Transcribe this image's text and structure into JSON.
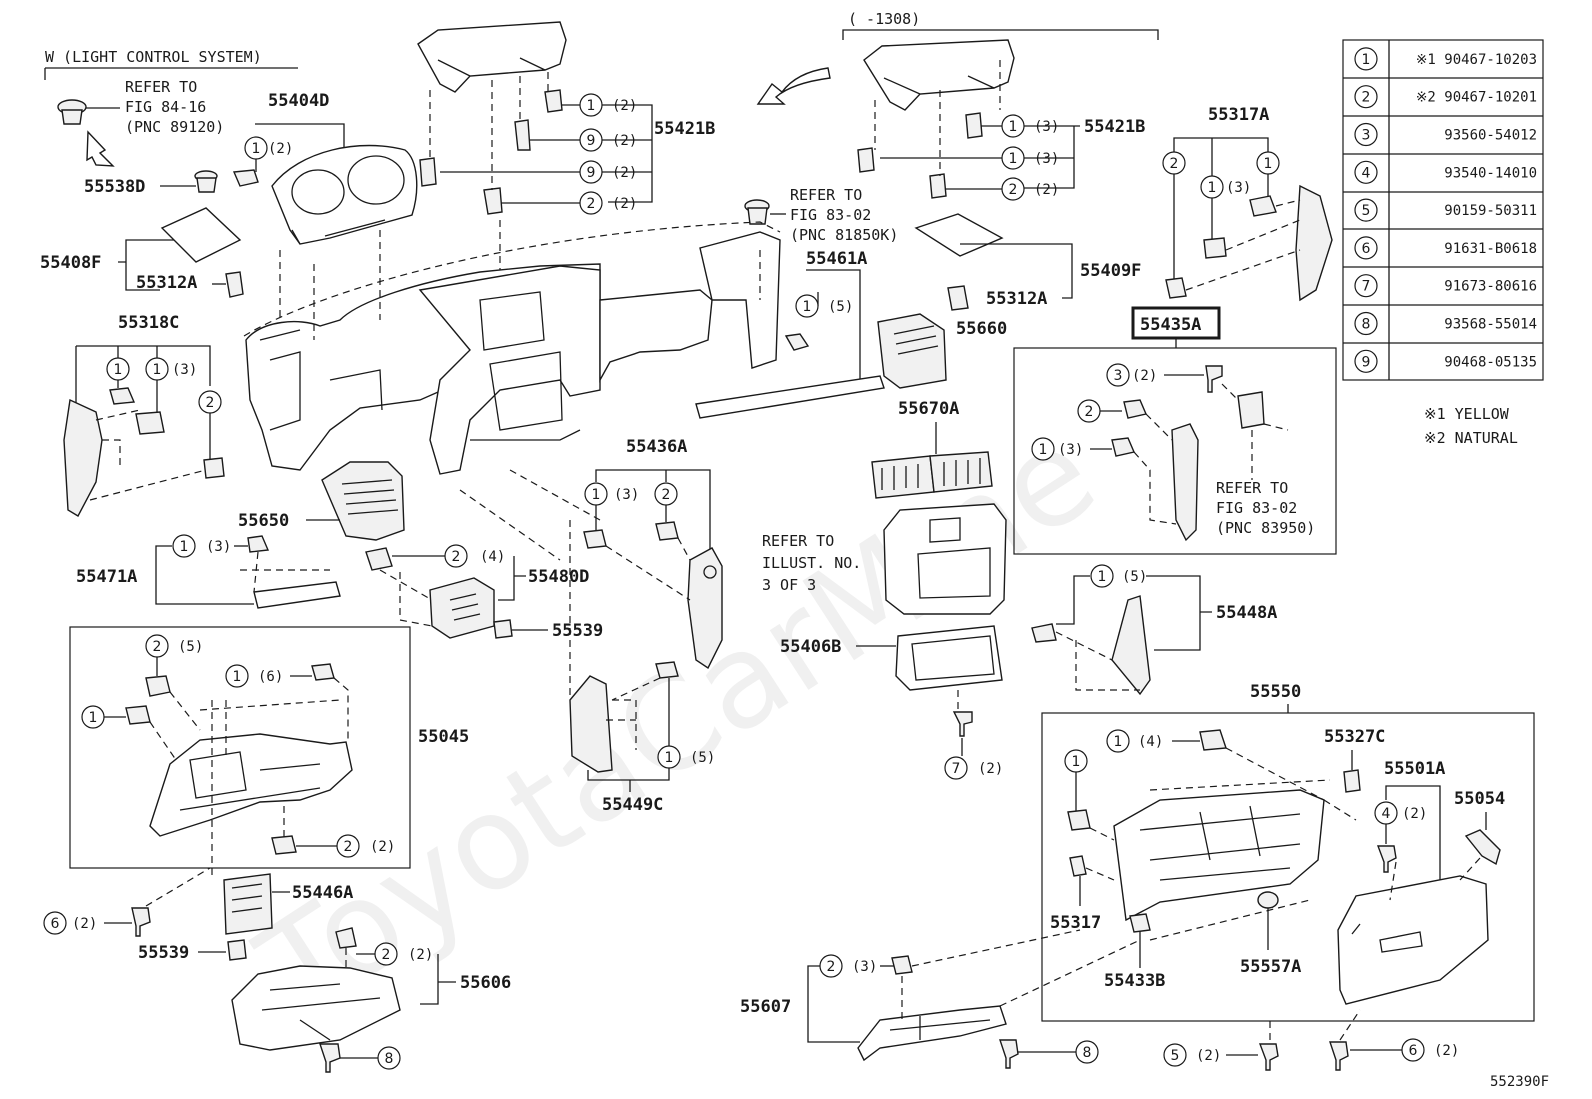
{
  "header": {
    "variant_note": "W (LIGHT CONTROL SYSTEM)",
    "range_note": "(      -1308)",
    "illustration_code": "552390F"
  },
  "watermark": "ToyotaCarMine",
  "references": {
    "light_control": [
      "REFER TO",
      "FIG 84-16",
      "(PNC 89120)"
    ],
    "fig_83_02_top": [
      "REFER TO",
      "FIG 83-02",
      "(PNC 81850K)"
    ],
    "illust_3of3": [
      "REFER TO",
      "ILLUST. NO.",
      "3 OF 3"
    ],
    "fig_83_02_box": [
      "REFER TO",
      "FIG 83-02",
      "(PNC 83950)"
    ]
  },
  "part_labels": {
    "p55404D": "55404D",
    "p55421B_left": "55421B",
    "p55421B_right": "55421B",
    "p55538D": "55538D",
    "p55408F": "55408F",
    "p55312A_left": "55312A",
    "p55312A_right": "55312A",
    "p55409F": "55409F",
    "p55461A": "55461A",
    "p55660": "55660",
    "p55317A": "55317A",
    "p55435A": "55435A",
    "p55318C": "55318C",
    "p55650": "55650",
    "p55670A": "55670A",
    "p55436A": "55436A",
    "p55471A": "55471A",
    "p55480D": "55480D",
    "p55539_mid": "55539",
    "p55406B": "55406B",
    "p55448A": "55448A",
    "p55045": "55045",
    "p55449C": "55449C",
    "p55550": "55550",
    "p55327C": "55327C",
    "p55501A": "55501A",
    "p55054": "55054",
    "p55446A": "55446A",
    "p55539_low": "55539",
    "p55606": "55606",
    "p55317": "55317",
    "p55433B": "55433B",
    "p55557A": "55557A",
    "p55607": "55607"
  },
  "callouts": {
    "c1": "1",
    "c2": "2",
    "c3": "3",
    "c4": "4",
    "c5": "5",
    "c6": "6",
    "c7": "7",
    "c8": "8",
    "c9": "9"
  },
  "quantities": {
    "q2": "(2)",
    "q3": "(3)",
    "q4": "(4)",
    "q5": "(5)",
    "q6": "(6)"
  },
  "bolt_table": {
    "rows": [
      {
        "no": "1",
        "part": "※1 90467-10203"
      },
      {
        "no": "2",
        "part": "※2 90467-10201"
      },
      {
        "no": "3",
        "part": "93560-54012"
      },
      {
        "no": "4",
        "part": "93540-14010"
      },
      {
        "no": "5",
        "part": "90159-50311"
      },
      {
        "no": "6",
        "part": "91631-B0618"
      },
      {
        "no": "7",
        "part": "91673-80616"
      },
      {
        "no": "8",
        "part": "93568-55014"
      },
      {
        "no": "9",
        "part": "90468-05135"
      }
    ],
    "notes": [
      "※1 YELLOW",
      "※2 NATURAL"
    ]
  }
}
